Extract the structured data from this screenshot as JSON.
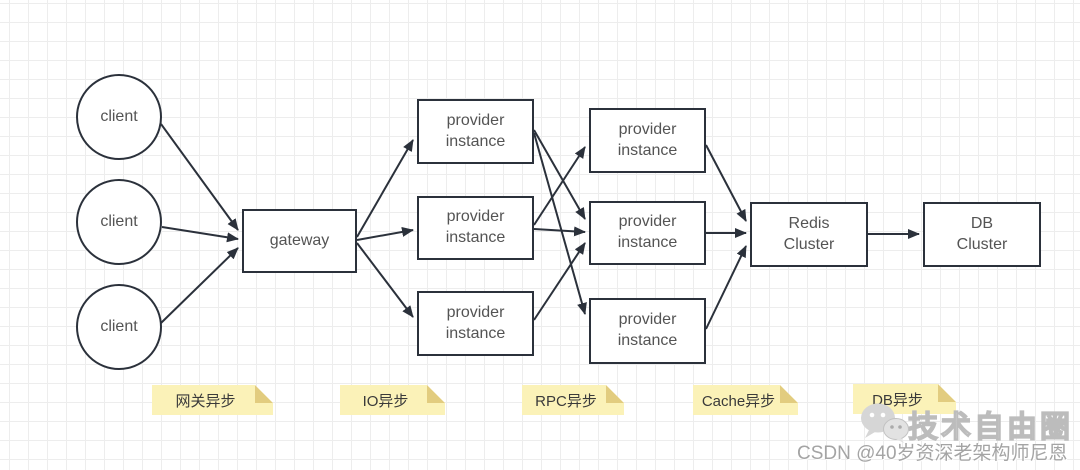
{
  "diagram": {
    "nodes": {
      "clients": [
        "client",
        "client",
        "client"
      ],
      "gateway": "gateway",
      "providers_col1": [
        "provider\ninstance",
        "provider\ninstance",
        "provider\ninstance"
      ],
      "providers_col2": [
        "provider\ninstance",
        "provider\ninstance",
        "provider\ninstance"
      ],
      "redis": "Redis\nCluster",
      "db": "DB\nCluster"
    },
    "notes": [
      "网关异步",
      "IO异步",
      "RPC异步",
      "Cache异步",
      "DB异步"
    ],
    "colors": {
      "shape_stroke": "#2b313b",
      "shape_text": "#545454",
      "note_bg": "#fbf2b8",
      "note_fold": "#e2cc7f",
      "grid_line": "#ededed",
      "watermark_gray": "#bcbcbc"
    }
  },
  "watermark": {
    "brand": "技术自由圈",
    "credit": "CSDN @40岁资深老架构师尼恩"
  }
}
